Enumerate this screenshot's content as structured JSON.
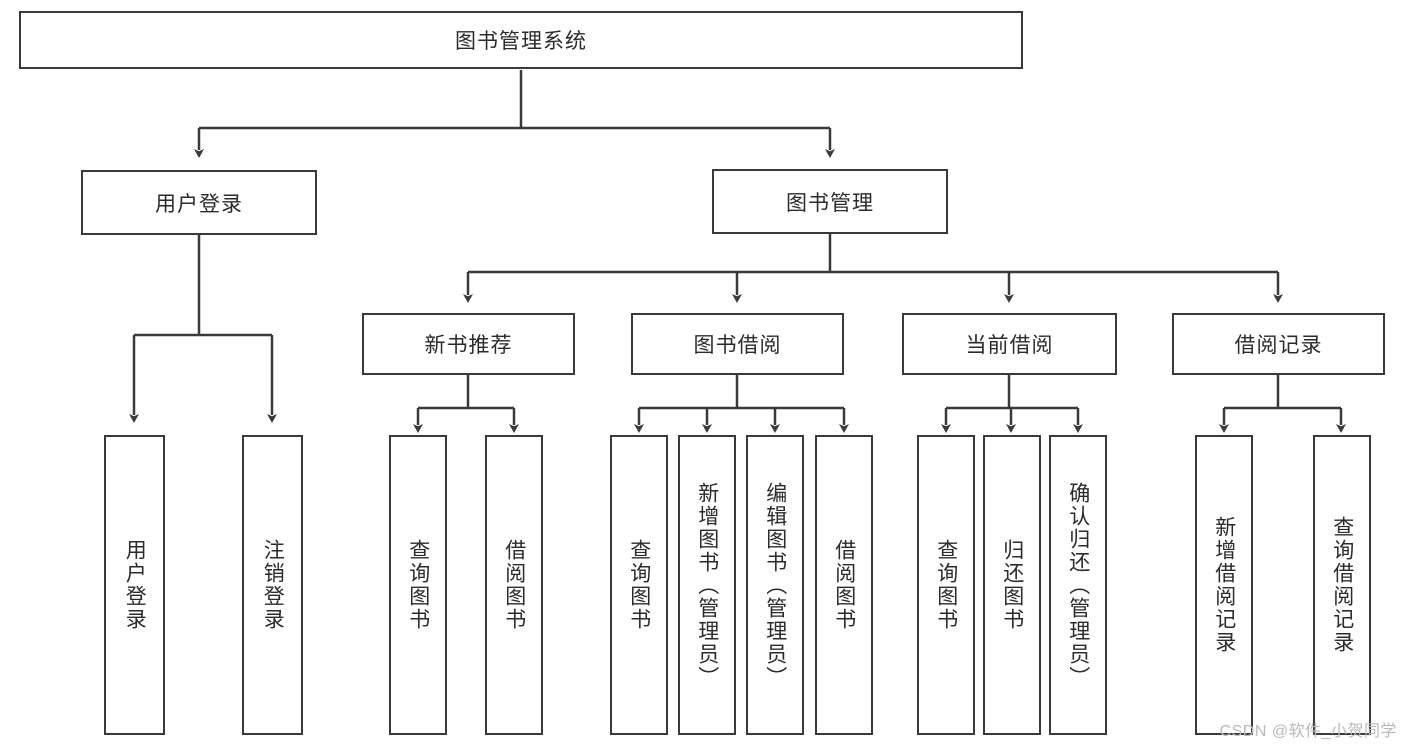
{
  "diagram": {
    "title": "图书管理系统",
    "type": "hierarchy-tree",
    "root": {
      "label": "图书管理系统"
    },
    "level2": [
      {
        "label": "用户登录"
      },
      {
        "label": "图书管理"
      }
    ],
    "level3": [
      {
        "label": "新书推荐"
      },
      {
        "label": "图书借阅"
      },
      {
        "label": "当前借阅"
      },
      {
        "label": "借阅记录"
      }
    ],
    "leaves": {
      "user_login": [
        {
          "label": "用户登录"
        },
        {
          "label": "注销登录"
        }
      ],
      "new_book_recommend": [
        {
          "label": "查询图书"
        },
        {
          "label": "借阅图书"
        }
      ],
      "book_borrow": [
        {
          "label": "查询图书"
        },
        {
          "label": "新增图书（管理员）"
        },
        {
          "label": "编辑图书（管理员）"
        },
        {
          "label": "借阅图书"
        }
      ],
      "current_borrow": [
        {
          "label": "查询图书"
        },
        {
          "label": "归还图书"
        },
        {
          "label": "确认归还（管理员）"
        }
      ],
      "borrow_record": [
        {
          "label": "新增借阅记录"
        },
        {
          "label": "查询借阅记录"
        }
      ]
    }
  },
  "watermark": {
    "text": "CSDN @软件_小贺同学"
  },
  "colors": {
    "stroke": "#3a3a3a",
    "background": "#ffffff",
    "text": "#2b2b2b",
    "watermark": "#b9b9b9"
  }
}
